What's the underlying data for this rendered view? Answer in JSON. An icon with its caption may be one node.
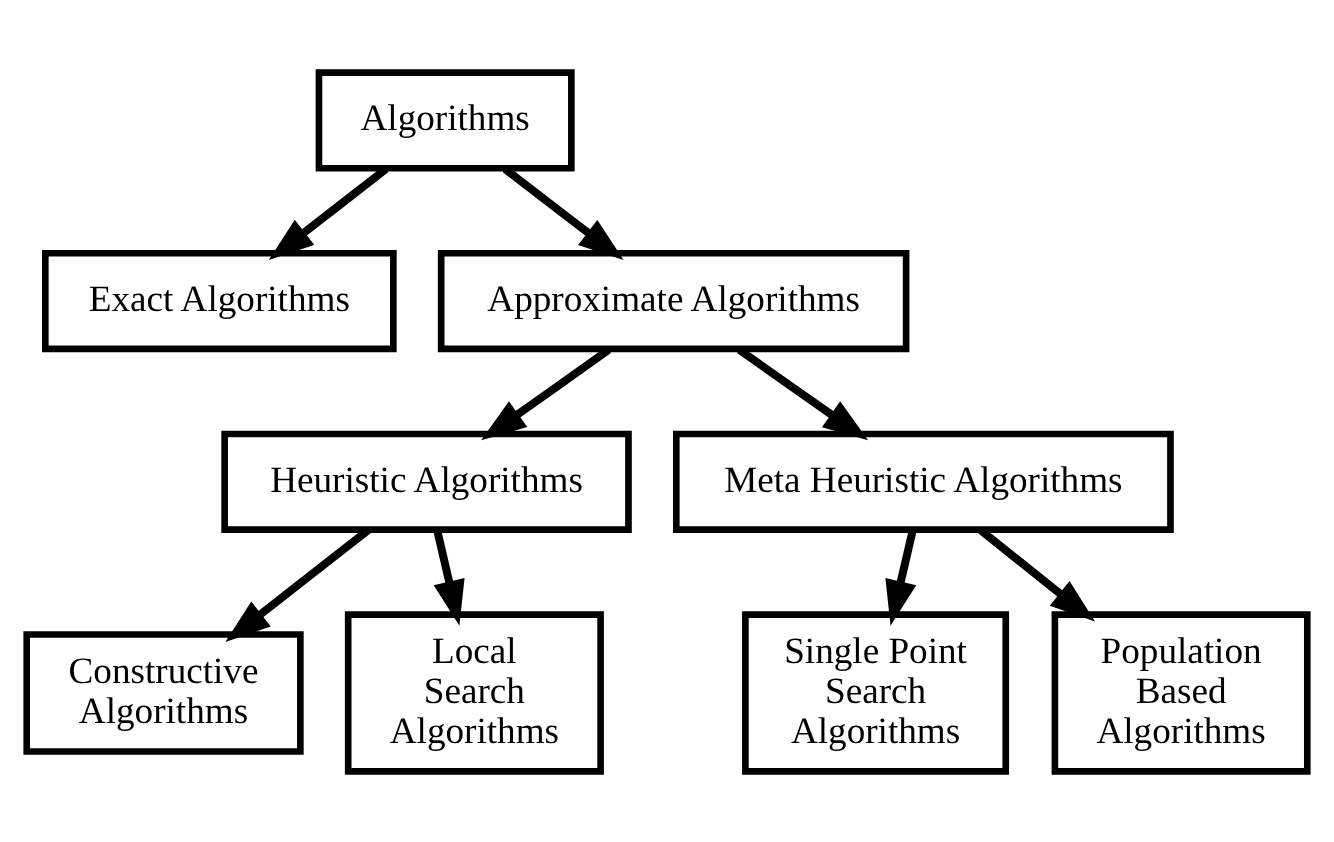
{
  "diagram": {
    "nodes": [
      {
        "text": [
          "Algorithms"
        ]
      },
      {
        "text": [
          "Exact Algorithms"
        ]
      },
      {
        "text": [
          "Approximate Algorithms"
        ]
      },
      {
        "text": [
          "Heuristic Algorithms"
        ]
      },
      {
        "text": [
          "Meta Heuristic Algorithms"
        ]
      },
      {
        "text": [
          "Constructive Algorithms"
        ]
      },
      {
        "text": [
          "Local Search Algorithms"
        ]
      },
      {
        "text": [
          "Single Point Search Algorithms"
        ]
      },
      {
        "text": [
          "Population Based Algorithms"
        ]
      }
    ],
    "edges": [
      {
        "from": 0,
        "to": 1,
        "arrow": "to"
      },
      {
        "from": 0,
        "to": 2,
        "arrow": "to"
      },
      {
        "from": 2,
        "to": 3,
        "arrow": "to"
      },
      {
        "from": 2,
        "to": 4,
        "arrow": "to"
      },
      {
        "from": 3,
        "to": 5,
        "arrow": "to"
      },
      {
        "from": 3,
        "to": 6,
        "arrow": "to"
      },
      {
        "from": 4,
        "to": 7,
        "arrow": "to"
      },
      {
        "from": 4,
        "to": 8,
        "arrow": "to"
      }
    ]
  }
}
